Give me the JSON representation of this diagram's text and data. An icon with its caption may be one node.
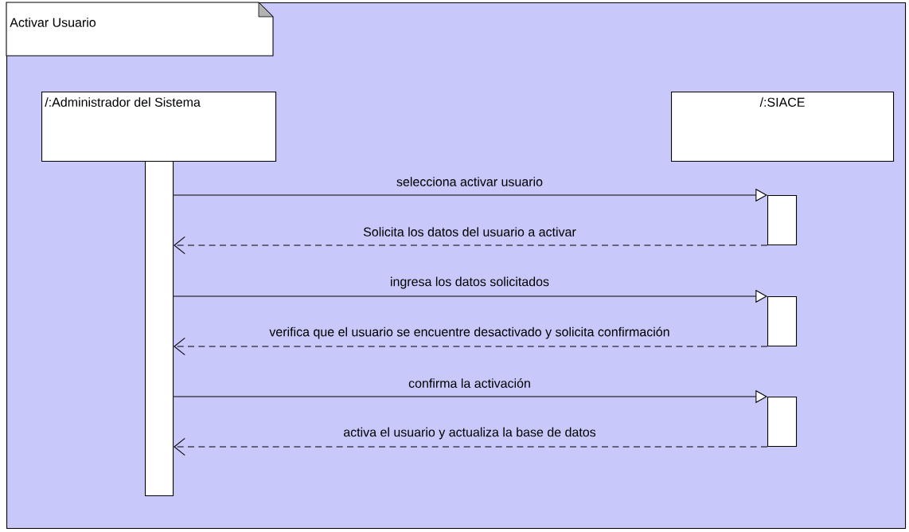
{
  "diagram": {
    "nodes": [
      {
        "text": [
          "Activar Usuario"
        ]
      },
      {
        "text": [
          "/:Administrador del Sistema"
        ],
        "in": 0
      },
      {
        "text": [
          "/:SIACE"
        ],
        "in": 0
      },
      {
        "text": [],
        "shape": "bar",
        "in": 0
      },
      {
        "text": [],
        "shape": "bar",
        "in": 0
      },
      {
        "text": [],
        "shape": "bar",
        "in": 0
      },
      {
        "text": [],
        "shape": "bar",
        "in": 0
      }
    ],
    "edges": [
      {
        "from": 3,
        "to": 4,
        "arrow": "to",
        "label": "selecciona activar usuario"
      },
      {
        "from": 4,
        "to": 3,
        "arrow": "to",
        "style": "dashed",
        "label": "Solicita los datos del usuario a activar"
      },
      {
        "from": 3,
        "to": 5,
        "arrow": "to",
        "label": "ingresa los datos solicitados"
      },
      {
        "from": 5,
        "to": 3,
        "arrow": "to",
        "style": "dashed",
        "label": "verifica que el usuario se encuentre desactivado y solicita confirmación"
      },
      {
        "from": 3,
        "to": 6,
        "arrow": "to",
        "label": "confirma la activación"
      },
      {
        "from": 6,
        "to": 3,
        "arrow": "to",
        "style": "dashed",
        "label": "activa el usuario y actualiza la base de datos"
      }
    ]
  }
}
